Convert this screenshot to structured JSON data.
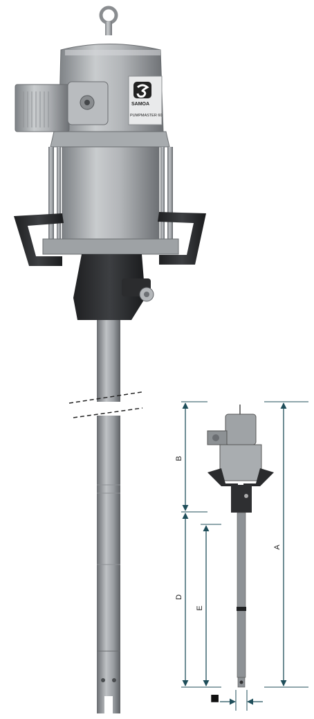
{
  "product": {
    "brand": "SAMOA",
    "model_badge": "PUMPMASTER 60"
  },
  "dimensions": {
    "labels": [
      "A",
      "B",
      "D",
      "E"
    ],
    "square_marker": "■",
    "accent_color": "#1f4e5a"
  }
}
